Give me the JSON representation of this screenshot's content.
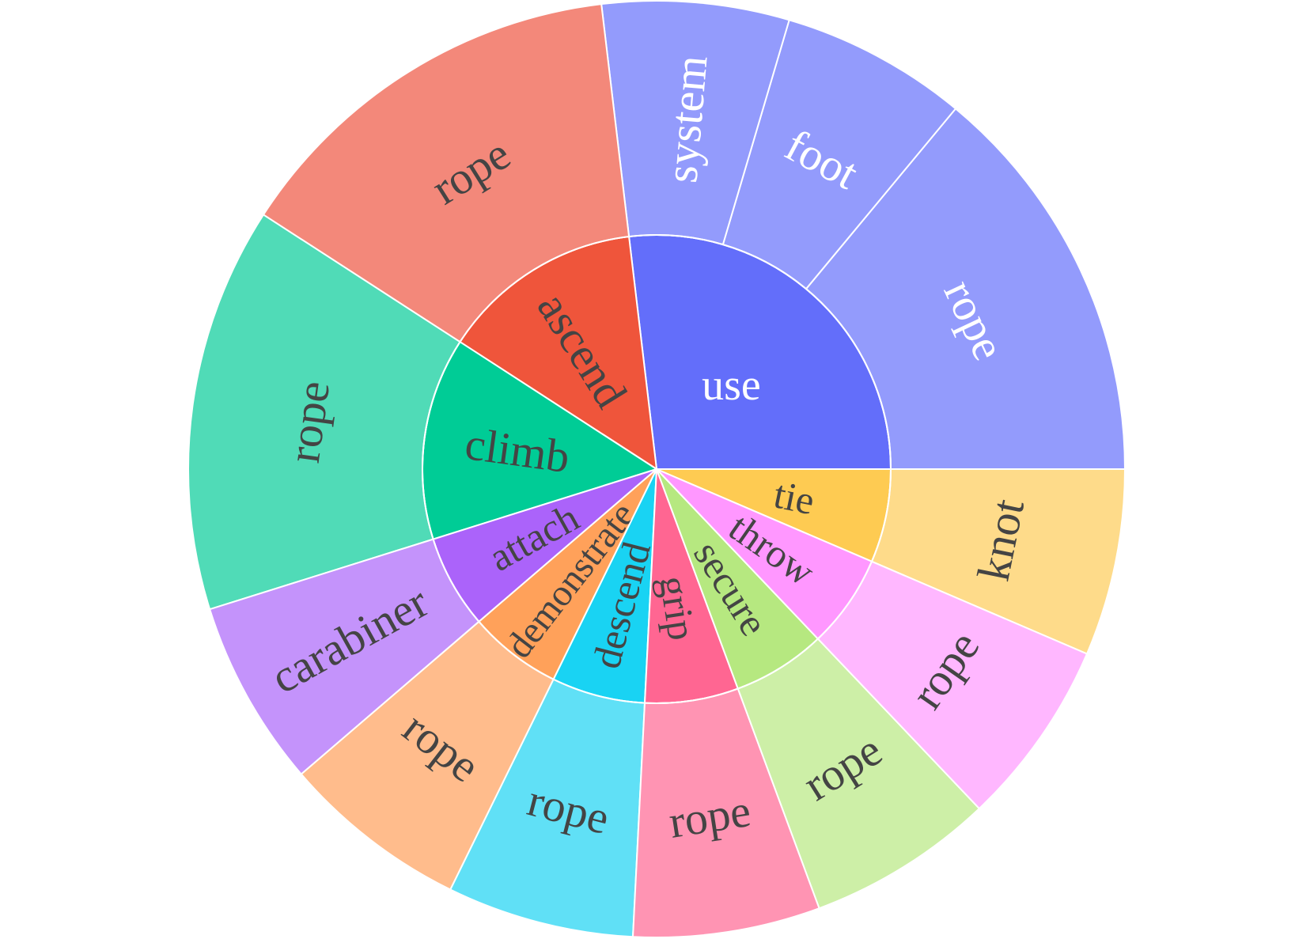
{
  "chart_data": {
    "type": "sunburst",
    "title": "",
    "sectors": [
      {
        "label": "use",
        "value": 25,
        "color": "#636efa",
        "text_color": "#ffffff",
        "children": [
          {
            "label": "rope",
            "value": 13,
            "color": "#939bfc",
            "text_color": "#ffffff"
          },
          {
            "label": "foot",
            "value": 6,
            "color": "#939bfc",
            "text_color": "#ffffff"
          },
          {
            "label": "system",
            "value": 6,
            "color": "#939bfc",
            "text_color": "#ffffff"
          }
        ]
      },
      {
        "label": "ascend",
        "value": 13,
        "color": "#ef553b",
        "text_color": "#444444",
        "children": [
          {
            "label": "rope",
            "value": 13,
            "color": "#f3887a",
            "text_color": "#444444"
          }
        ]
      },
      {
        "label": "climb",
        "value": 13,
        "color": "#00cc96",
        "text_color": "#444444",
        "children": [
          {
            "label": "rope",
            "value": 13,
            "color": "#50dbb7",
            "text_color": "#444444"
          }
        ]
      },
      {
        "label": "attach",
        "value": 6,
        "color": "#ab63fa",
        "text_color": "#444444",
        "children": [
          {
            "label": "carabiner",
            "value": 6,
            "color": "#c493fb",
            "text_color": "#444444"
          }
        ]
      },
      {
        "label": "demonstrate",
        "value": 6,
        "color": "#ffa15a",
        "text_color": "#444444",
        "children": [
          {
            "label": "rope",
            "value": 6,
            "color": "#ffbc8c",
            "text_color": "#444444"
          }
        ]
      },
      {
        "label": "descend",
        "value": 6,
        "color": "#19d3f3",
        "text_color": "#444444",
        "children": [
          {
            "label": "rope",
            "value": 6,
            "color": "#60e0f6",
            "text_color": "#444444"
          }
        ]
      },
      {
        "label": "grip",
        "value": 6,
        "color": "#ff6692",
        "text_color": "#444444",
        "children": [
          {
            "label": "rope",
            "value": 6,
            "color": "#ff94b3",
            "text_color": "#444444"
          }
        ]
      },
      {
        "label": "secure",
        "value": 6,
        "color": "#b6e880",
        "text_color": "#444444",
        "children": [
          {
            "label": "rope",
            "value": 6,
            "color": "#cdefa7",
            "text_color": "#444444"
          }
        ]
      },
      {
        "label": "throw",
        "value": 6,
        "color": "#ff97ff",
        "text_color": "#444444",
        "children": [
          {
            "label": "rope",
            "value": 6,
            "color": "#ffb7ff",
            "text_color": "#444444"
          }
        ]
      },
      {
        "label": "tie",
        "value": 6,
        "color": "#fecb52",
        "text_color": "#444444",
        "children": [
          {
            "label": "knot",
            "value": 6,
            "color": "#fedb8a",
            "text_color": "#444444"
          }
        ]
      }
    ]
  }
}
